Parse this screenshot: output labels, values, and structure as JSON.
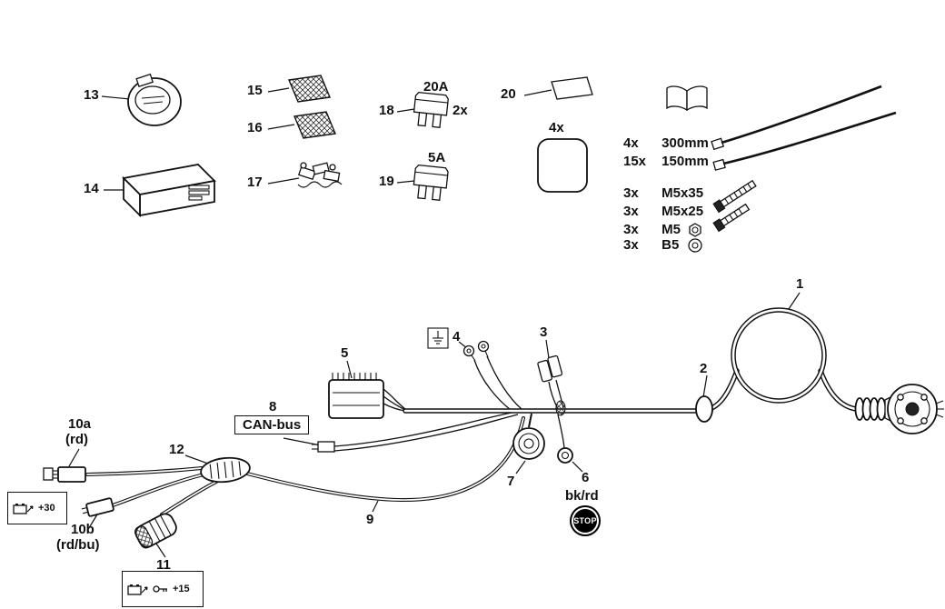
{
  "callouts": {
    "n1": "1",
    "n2": "2",
    "n3": "3",
    "n4": "4",
    "n5": "5",
    "n6": "6",
    "n7": "7",
    "n8": "8",
    "n9": "9",
    "n10a": "10a",
    "n10a_sub": "(rd)",
    "n10b": "10b",
    "n10b_sub": "(rd/bu)",
    "n11": "11",
    "n12": "12",
    "n13": "13",
    "n14": "14",
    "n15": "15",
    "n16": "16",
    "n17": "17",
    "n18": "18",
    "n19": "19",
    "n20": "20"
  },
  "fuse_labels": {
    "amp20": "20A",
    "qty2": "2x",
    "amp5": "5A"
  },
  "pad_qty": "4x",
  "hardware": [
    {
      "qty": "4x",
      "size": "300mm"
    },
    {
      "qty": "15x",
      "size": "150mm"
    },
    {
      "qty": "3x",
      "size": "M5x35"
    },
    {
      "qty": "3x",
      "size": "M5x25"
    },
    {
      "qty": "3x",
      "size": "M5"
    },
    {
      "qty": "3x",
      "size": "B5"
    }
  ],
  "wire_labels": {
    "canbus": "CAN-bus",
    "bkrd": "bk/rd",
    "stop": "STOP",
    "plus30": "+30",
    "plus15": "+15"
  }
}
